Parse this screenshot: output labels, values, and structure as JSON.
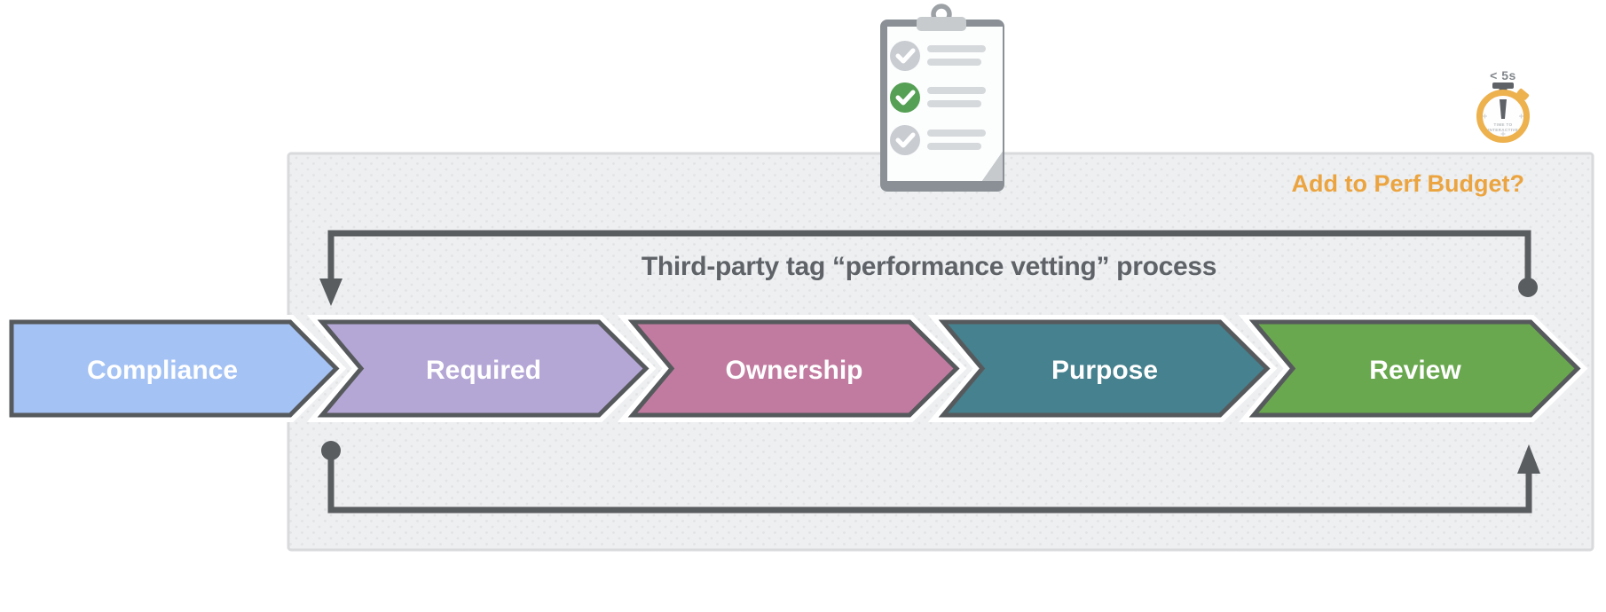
{
  "title": {
    "text": "Third-party tag “performance vetting” process",
    "color": "#5F6368"
  },
  "perf_budget": {
    "label": "Add to Perf Budget?",
    "color": "#EBA43F"
  },
  "stopwatch": {
    "time_label": "< 5s",
    "face_line1": "TIME TO",
    "face_line2": "INTERACTIVE",
    "ring_color": "#EDB14E",
    "hand_color": "#5F6368"
  },
  "clipboard": {
    "board_color": "#8A9095",
    "paper_color": "#FCFDFD",
    "rows": [
      {
        "state": "unchecked",
        "circle_color": "#C9CDD1"
      },
      {
        "state": "checked",
        "circle_color": "#55A054"
      },
      {
        "state": "unchecked",
        "circle_color": "#C9CDD1"
      }
    ]
  },
  "steps": [
    {
      "label": "Compliance",
      "fill": "#A4C2F4"
    },
    {
      "label": "Required",
      "fill": "#B4A7D6"
    },
    {
      "label": "Ownership",
      "fill": "#C27BA0"
    },
    {
      "label": "Purpose",
      "fill": "#45818E"
    },
    {
      "label": "Review",
      "fill": "#6AA84F"
    }
  ],
  "colors": {
    "page_background": "#FFFFFF",
    "panel_fill": "#EDEFF1",
    "panel_dots": "#E1E3E5",
    "panel_border": "#D8DADC",
    "step_border": "#575A5D",
    "step_label": "#FFFFFF",
    "connector": "#5A5D60"
  }
}
